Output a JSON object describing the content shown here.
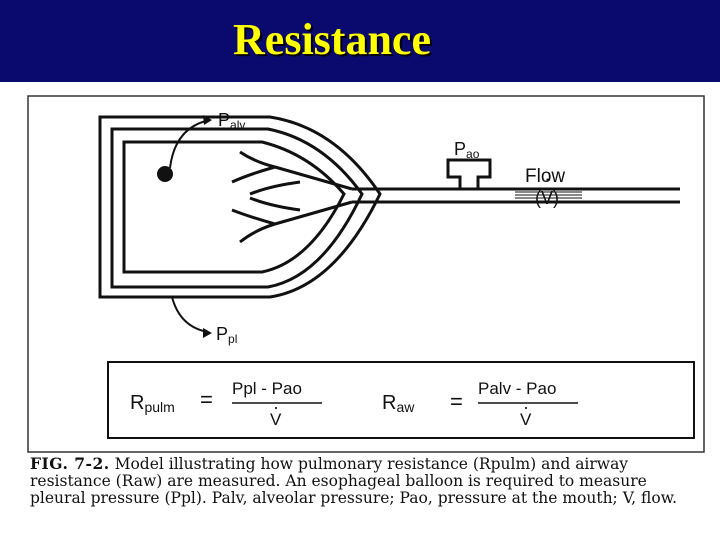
{
  "slide": {
    "title": "Resistance",
    "header_color": "#0a0a6e",
    "title_color": "#ffff00"
  },
  "diagram": {
    "labels": {
      "p_alv_main": "P",
      "p_alv_sub": "alv",
      "p_ao_main": "P",
      "p_ao_sub": "ao",
      "p_pl_main": "P",
      "p_pl_sub": "pl",
      "flow_label": "Flow",
      "flow_symbol": "(V)",
      "flow_dot": "·"
    },
    "equations": {
      "r_pulm_main": "R",
      "r_pulm_sub": "pulm",
      "r_pulm_equals": "=",
      "r_pulm_numerator": "Ppl - Pao",
      "r_pulm_denominator": "V",
      "r_aw_main": "R",
      "r_aw_sub": "aw",
      "r_aw_equals": "=",
      "r_aw_numerator": "Palv - Pao",
      "r_aw_denominator": "V",
      "dot": "·"
    }
  },
  "caption": {
    "label": "FIG. 7-2.",
    "text": "Model illustrating how pulmonary resistance (Rpulm) and airway resistance (Raw) are measured. An esophageal balloon is required to measure pleural pressure (Ppl). Palv, alveolar pressure; Pao, pressure at the mouth; V, flow."
  }
}
